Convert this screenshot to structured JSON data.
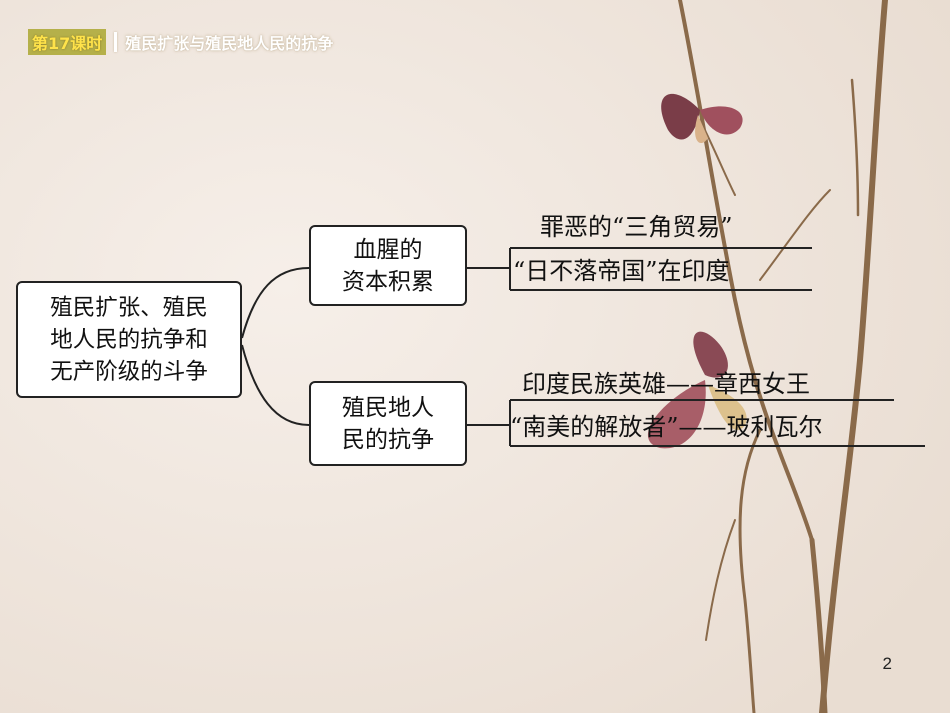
{
  "header": {
    "lesson": "第17课时",
    "title": "殖民扩张与殖民地人民的抗争"
  },
  "diagram": {
    "root": {
      "lines": [
        "殖民扩张、殖民",
        "地人民的抗争和",
        "无产阶级的斗争"
      ]
    },
    "branches": [
      {
        "lines": [
          "血腥的",
          "资本积累"
        ],
        "leaves": [
          "罪恶的“三角贸易”",
          "“日不落帝国”在印度"
        ]
      },
      {
        "lines": [
          "殖民地人",
          "民的抗争"
        ],
        "leaves": [
          "印度民族英雄——章西女王",
          "“南美的解放者”——玻利瓦尔"
        ]
      }
    ]
  },
  "page_number": "2"
}
